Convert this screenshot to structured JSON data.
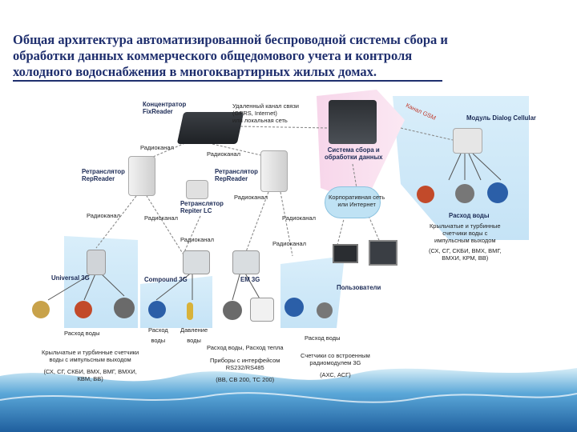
{
  "title": {
    "line1": "Общая архитектура автоматизированной беспроводной системы сбора и",
    "line2": "обработки данных коммерческого общедомового учета и контроля",
    "line3": "холодного водоснабжения в многоквартирных жилых домах."
  },
  "diagram": {
    "concentrator": {
      "line1": "Концентратор",
      "line2": "FixReader"
    },
    "remote_channel": {
      "line1": "Удаленный канал связи",
      "line2": "(GPRS, Internet)",
      "line3": "или локальная сеть"
    },
    "system": {
      "line1": "Система сбора и",
      "line2": "обработки данных"
    },
    "module": "Модуль Dialog Cellular",
    "gsm": "Канал GSM",
    "radio": "Радиоканал",
    "repeater_left": {
      "line1": "Ретранслятор",
      "line2": "RepReader"
    },
    "repeater_mid": {
      "line1": "Ретранслятор",
      "line2": "RepReader"
    },
    "repeater_lc": {
      "line1": "Ретранслятор",
      "line2": "Repiter LC"
    },
    "corp_net": {
      "line1": "Корпоративная сеть",
      "line2": "или Интернет"
    },
    "water_flow": "Расход воды",
    "meters_right": {
      "line1": "Крыльчатые и турбинные",
      "line2": "счетчики воды с",
      "line3": "импульсным выходом",
      "line4": "(СХ, СГ, СКБИ, ВМХ, ВМГ,",
      "line5": "ВМХИ, КРМ, ВВ)"
    },
    "universal": "Universal 3G",
    "compound": "Compound 3G",
    "em": "EM 3G",
    "users": "Пользователи",
    "water_flow_left": "Расход воды",
    "flow_label": {
      "line1": "Расход",
      "line2": "воды"
    },
    "pressure_label": {
      "line1": "Давление",
      "line2": "воды"
    },
    "meters_left": {
      "line1": "Крыльчатые и турбинные счетчики",
      "line2": "воды с импульсным выходом",
      "line3": "(СХ, СГ, СКБИ, ВМХ, ВМГ, ВМХИ,",
      "line4": "КВМ, ВВ)"
    },
    "flow_temp": "Расход воды, Расход тепла",
    "devices_rs": {
      "line1": "Приборы с интерфейсом",
      "line2": "RS232/RS485",
      "line3": "(ВВ, СВ 200, ТС 200)"
    },
    "water_flow_right": "Расход воды",
    "counters_3g": {
      "line1": "Счетчики со встроенным",
      "line2": "радиомодулем 3G",
      "line3": "(АХС, АСГ)"
    }
  },
  "colors": {
    "title": "#1f2f6e",
    "panel_blue": "#cfe6f6",
    "panel_pink": "#f6cfe6",
    "device_gray": "#d9dde0",
    "arrow": "#7a7a7a"
  }
}
